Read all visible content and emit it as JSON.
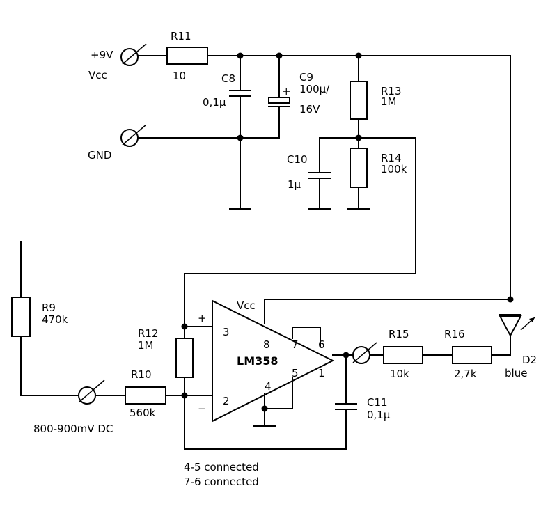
{
  "supply": {
    "plus": "+9V",
    "vcc": "Vcc",
    "gnd": "GND"
  },
  "components": {
    "r11": {
      "ref": "R11",
      "value": "10"
    },
    "c8": {
      "ref": "C8",
      "value": "0,1µ"
    },
    "c9": {
      "ref": "C9",
      "value1": "100µ/",
      "value2": "16V",
      "polarity": "+"
    },
    "r13": {
      "ref": "R13",
      "value": "1M"
    },
    "r14": {
      "ref": "R14",
      "value": "100k"
    },
    "c10": {
      "ref": "C10",
      "value": "1µ"
    },
    "r9": {
      "ref": "R9",
      "value": "470k"
    },
    "r10": {
      "ref": "R10",
      "value": "560k"
    },
    "r12": {
      "ref": "R12",
      "value": "1M"
    },
    "r15": {
      "ref": "R15",
      "value": "10k"
    },
    "r16": {
      "ref": "R16",
      "value": "2,7k"
    },
    "c11": {
      "ref": "C11",
      "value": "0,1µ"
    },
    "d2": {
      "ref": "D2",
      "value": "blue"
    }
  },
  "opamp": {
    "name": "LM358",
    "vcc": "Vcc",
    "plus": "+",
    "minus": "−",
    "pins": {
      "p1": "1",
      "p2": "2",
      "p3": "3",
      "p4": "4",
      "p5": "5",
      "p6": "6",
      "p7": "7",
      "p8": "8"
    }
  },
  "input_label": "800-900mV DC",
  "notes": [
    "4-5 connected",
    "7-6 connected"
  ]
}
